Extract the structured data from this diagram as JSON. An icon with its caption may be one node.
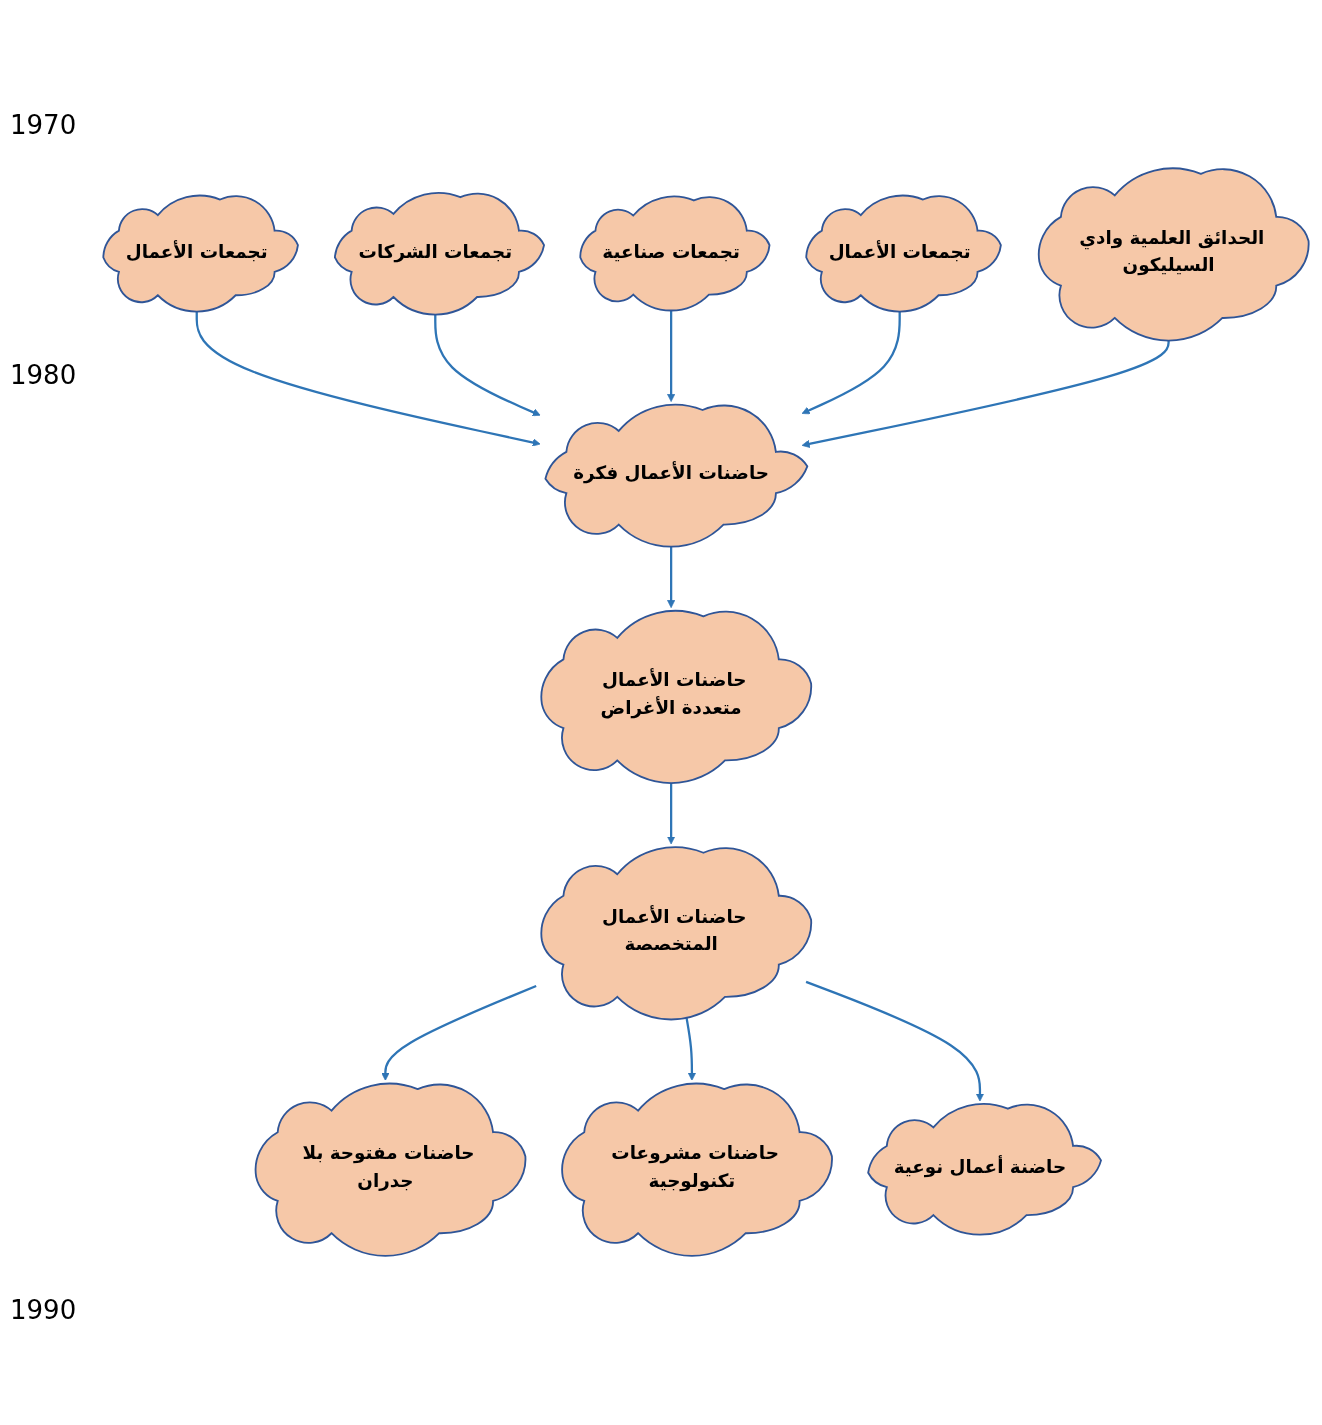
{
  "diagram": {
    "nodes": [
      {
        "text": [
          "تجمعات الأعمال"
        ]
      },
      {
        "text": [
          "تجمعات الشركات"
        ]
      },
      {
        "text": [
          "تجمعات صناعية"
        ]
      },
      {
        "text": [
          "تجمعات الأعمال"
        ]
      },
      {
        "text": [
          "حاضنات الأعمال فكرة"
        ]
      },
      {
        "text": [
          "الحدائق العلمية وادي السيليكون"
        ]
      },
      {
        "text": [
          "حاضنات الأعمال متعددة الأغراض"
        ]
      },
      {
        "text": [
          "حاضنات الأعمال المتخصصة"
        ]
      },
      {
        "text": [
          "حاضنات مفتوحة بلا جدران"
        ]
      },
      {
        "text": [
          "حاضنات مشروعات تكنولوجية"
        ]
      },
      {
        "text": [
          "حاضنة أعمال نوعية"
        ]
      }
    ],
    "edges": [
      {
        "from": 0,
        "to": 4,
        "arrow": "to"
      },
      {
        "from": 1,
        "to": 4,
        "arrow": "to"
      },
      {
        "from": 2,
        "to": 4,
        "arrow": "to"
      },
      {
        "from": 3,
        "to": 4,
        "arrow": "to"
      },
      {
        "from": 5,
        "to": 4,
        "arrow": "to"
      },
      {
        "from": 4,
        "to": 6,
        "arrow": "to"
      },
      {
        "from": 6,
        "to": 7,
        "arrow": "to"
      },
      {
        "from": 7,
        "to": 8,
        "arrow": "to"
      },
      {
        "from": 7,
        "to": 9,
        "arrow": "to"
      },
      {
        "from": 7,
        "to": 10,
        "arrow": "to"
      }
    ],
    "labels": [
      "1970",
      "1980",
      "1990"
    ]
  }
}
